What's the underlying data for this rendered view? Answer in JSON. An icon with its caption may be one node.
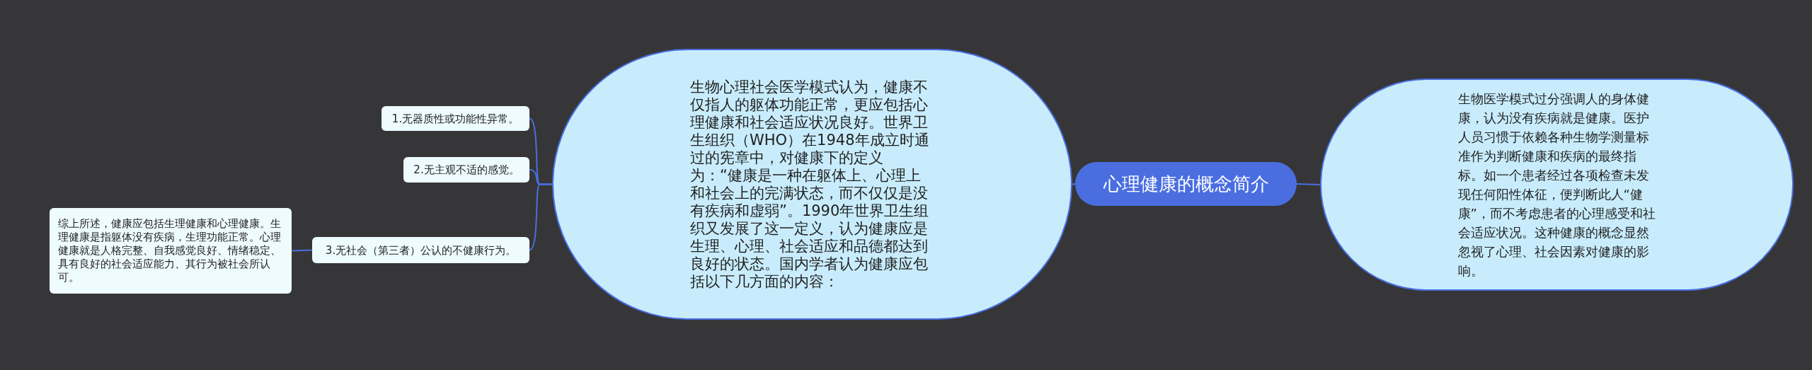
{
  "diagram": {
    "nodes": [
      {
        "text": [
          "心理健康的概念简介"
        ]
      },
      {
        "text": [
          "生物心理社会医学模式认为，健康不仅指人的躯体功能正常，更应包括心理健康和社会适应状况良好。世界卫生组织（WHO）在1948年成立时通过的宪章中，对健康下的定义为：“健康是一种在躯体上、心理上和社会上的完满状态，而不仅仅是没有疾病和虚弱”。1990年世界卫生组织又发展了这一定义，认为健康应是生理、心理、社会适应和品德都达到良好的状态。国内学者认为健康应包括以下几方面的内容："
        ]
      },
      {
        "text": [
          "生物医学模式过分强调人的身体健康，认为没有疾病就是健康。医护人员习惯于依赖各种生物学测量标准作为判断健康和疾病的最终指标。如一个患者经过各项检查未发现任何阳性体征，便判断此人“健康”，而不考虑患者的心理感受和社会适应状况。这种健康的概念显然忽视了心理、社会因素对健康的影响。"
        ]
      },
      {
        "text": [
          "1.无器质性或功能性异常。"
        ]
      },
      {
        "text": [
          "2.无主观不适的感觉。"
        ]
      },
      {
        "text": [
          "3.无社会（第三者）公认的不健康行为。"
        ]
      },
      {
        "text": [
          "综上所述，健康应包括生理健康和心理健康。生理健康是指躯体没有疾病，生理功能正常。心理健康就是人格完整、自我感觉良好、情绪稳定、具有良好的社会适应能力、其行为被社会所认可。"
        ]
      }
    ],
    "edges": [
      {
        "from": 0,
        "to": 1,
        "arrow": "none"
      },
      {
        "from": 0,
        "to": 2,
        "arrow": "none"
      },
      {
        "from": 1,
        "to": 3,
        "arrow": "none"
      },
      {
        "from": 1,
        "to": 4,
        "arrow": "none"
      },
      {
        "from": 1,
        "to": 5,
        "arrow": "none"
      },
      {
        "from": 5,
        "to": 6,
        "arrow": "none"
      }
    ]
  }
}
